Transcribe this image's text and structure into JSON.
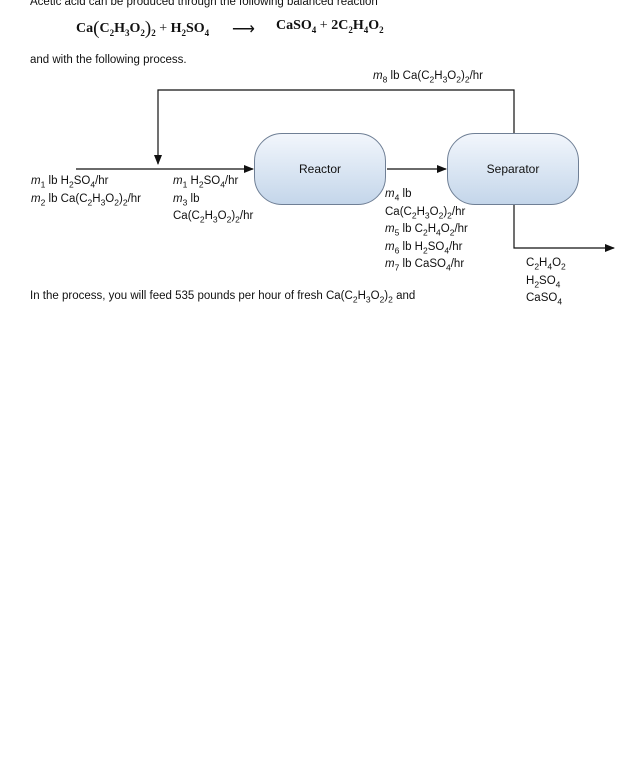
{
  "intro": "Acetic acid can be produced through the following balanced reaction",
  "equation": {
    "reactant1": "Ca(C2H3O2)2",
    "plus1": "+",
    "reactant2": "H2SO4",
    "arrow": "⟶",
    "product1": "CaSO4",
    "plus2": "+",
    "product2": "2C2H4O2"
  },
  "process_intro": "and with the following process.",
  "diagram": {
    "recycle_label": "m8 lb Ca(C2H3O2)2/hr",
    "reactor_label": "Reactor",
    "separator_label": "Separator",
    "feed_labels": [
      "m1 lb H2SO4/hr",
      "m2 lb Ca(C2H3O2)2/hr"
    ],
    "reactor_inlet_labels": [
      "m1 H2SO4/hr",
      "m3 lb",
      "Ca(C2H3O2)2/hr"
    ],
    "reactor_outlet_labels": [
      "m4 lb",
      "Ca(C2H3O2)2/hr",
      "m5 lb C2H4O2/hr",
      "m6 lb H2SO4/hr",
      "m7 lb CaSO4/hr"
    ],
    "product_labels": [
      "C2H4O2",
      "H2SO4",
      "CaSO4"
    ]
  },
  "closing": "In the process, you will feed 535 pounds per hour of fresh Ca(C2H3O2)2 and"
}
